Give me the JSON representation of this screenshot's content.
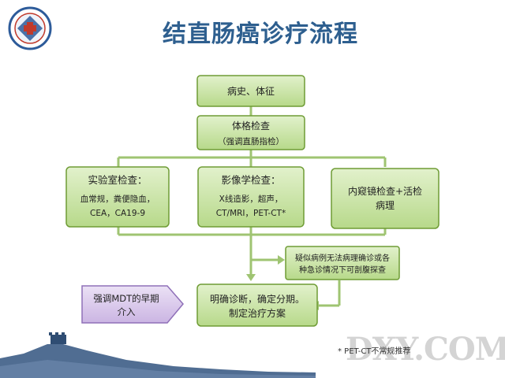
{
  "title": "结直肠癌诊疗流程",
  "nodes": {
    "history": "病史、体征",
    "physical_l1": "体格检查",
    "physical_l2": "（强调直肠指检）",
    "lab_title": "实验室检查：",
    "lab_l1": "血常规，粪便隐血，",
    "lab_l2": "CEA，CA19-9",
    "imaging_title": "影像学检查：",
    "imaging_l1": "X线造影，超声，",
    "imaging_l2": "CT/MRI，PET-CT*",
    "endo_l1": "内窥镜检查+活检",
    "endo_l2": "病理",
    "explore_l1": "疑似病例无法病理确诊或各",
    "explore_l2": "种急诊情况下可剖腹探查",
    "diagnosis_l1": "明确诊断，确定分期。",
    "diagnosis_l2": "制定治疗方案",
    "mdt_l1": "强调MDT的早期",
    "mdt_l2": "介入"
  },
  "footnote": "* PET-CT不常规推荐",
  "watermark": "DXY.COM",
  "colors": {
    "title": "#2e5f8f",
    "node_fill": "#c3e09b",
    "node_stroke": "#6f9c35",
    "connector": "#9fc472",
    "mdt_fill": "#d7c6ea",
    "mdt_stroke": "#8f70b8"
  }
}
